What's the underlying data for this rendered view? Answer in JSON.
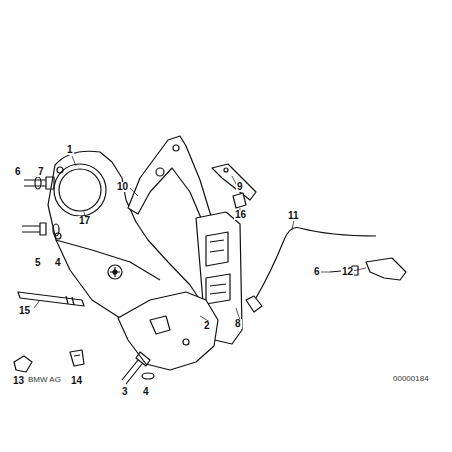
{
  "diagram": {
    "labels": [
      "6",
      "7",
      "1",
      "10",
      "9",
      "16",
      "11",
      "17",
      "5",
      "4",
      "6",
      "12",
      "15",
      "2",
      "8",
      "13",
      "BMW AG",
      "14",
      "3",
      "4",
      "00000184"
    ]
  }
}
